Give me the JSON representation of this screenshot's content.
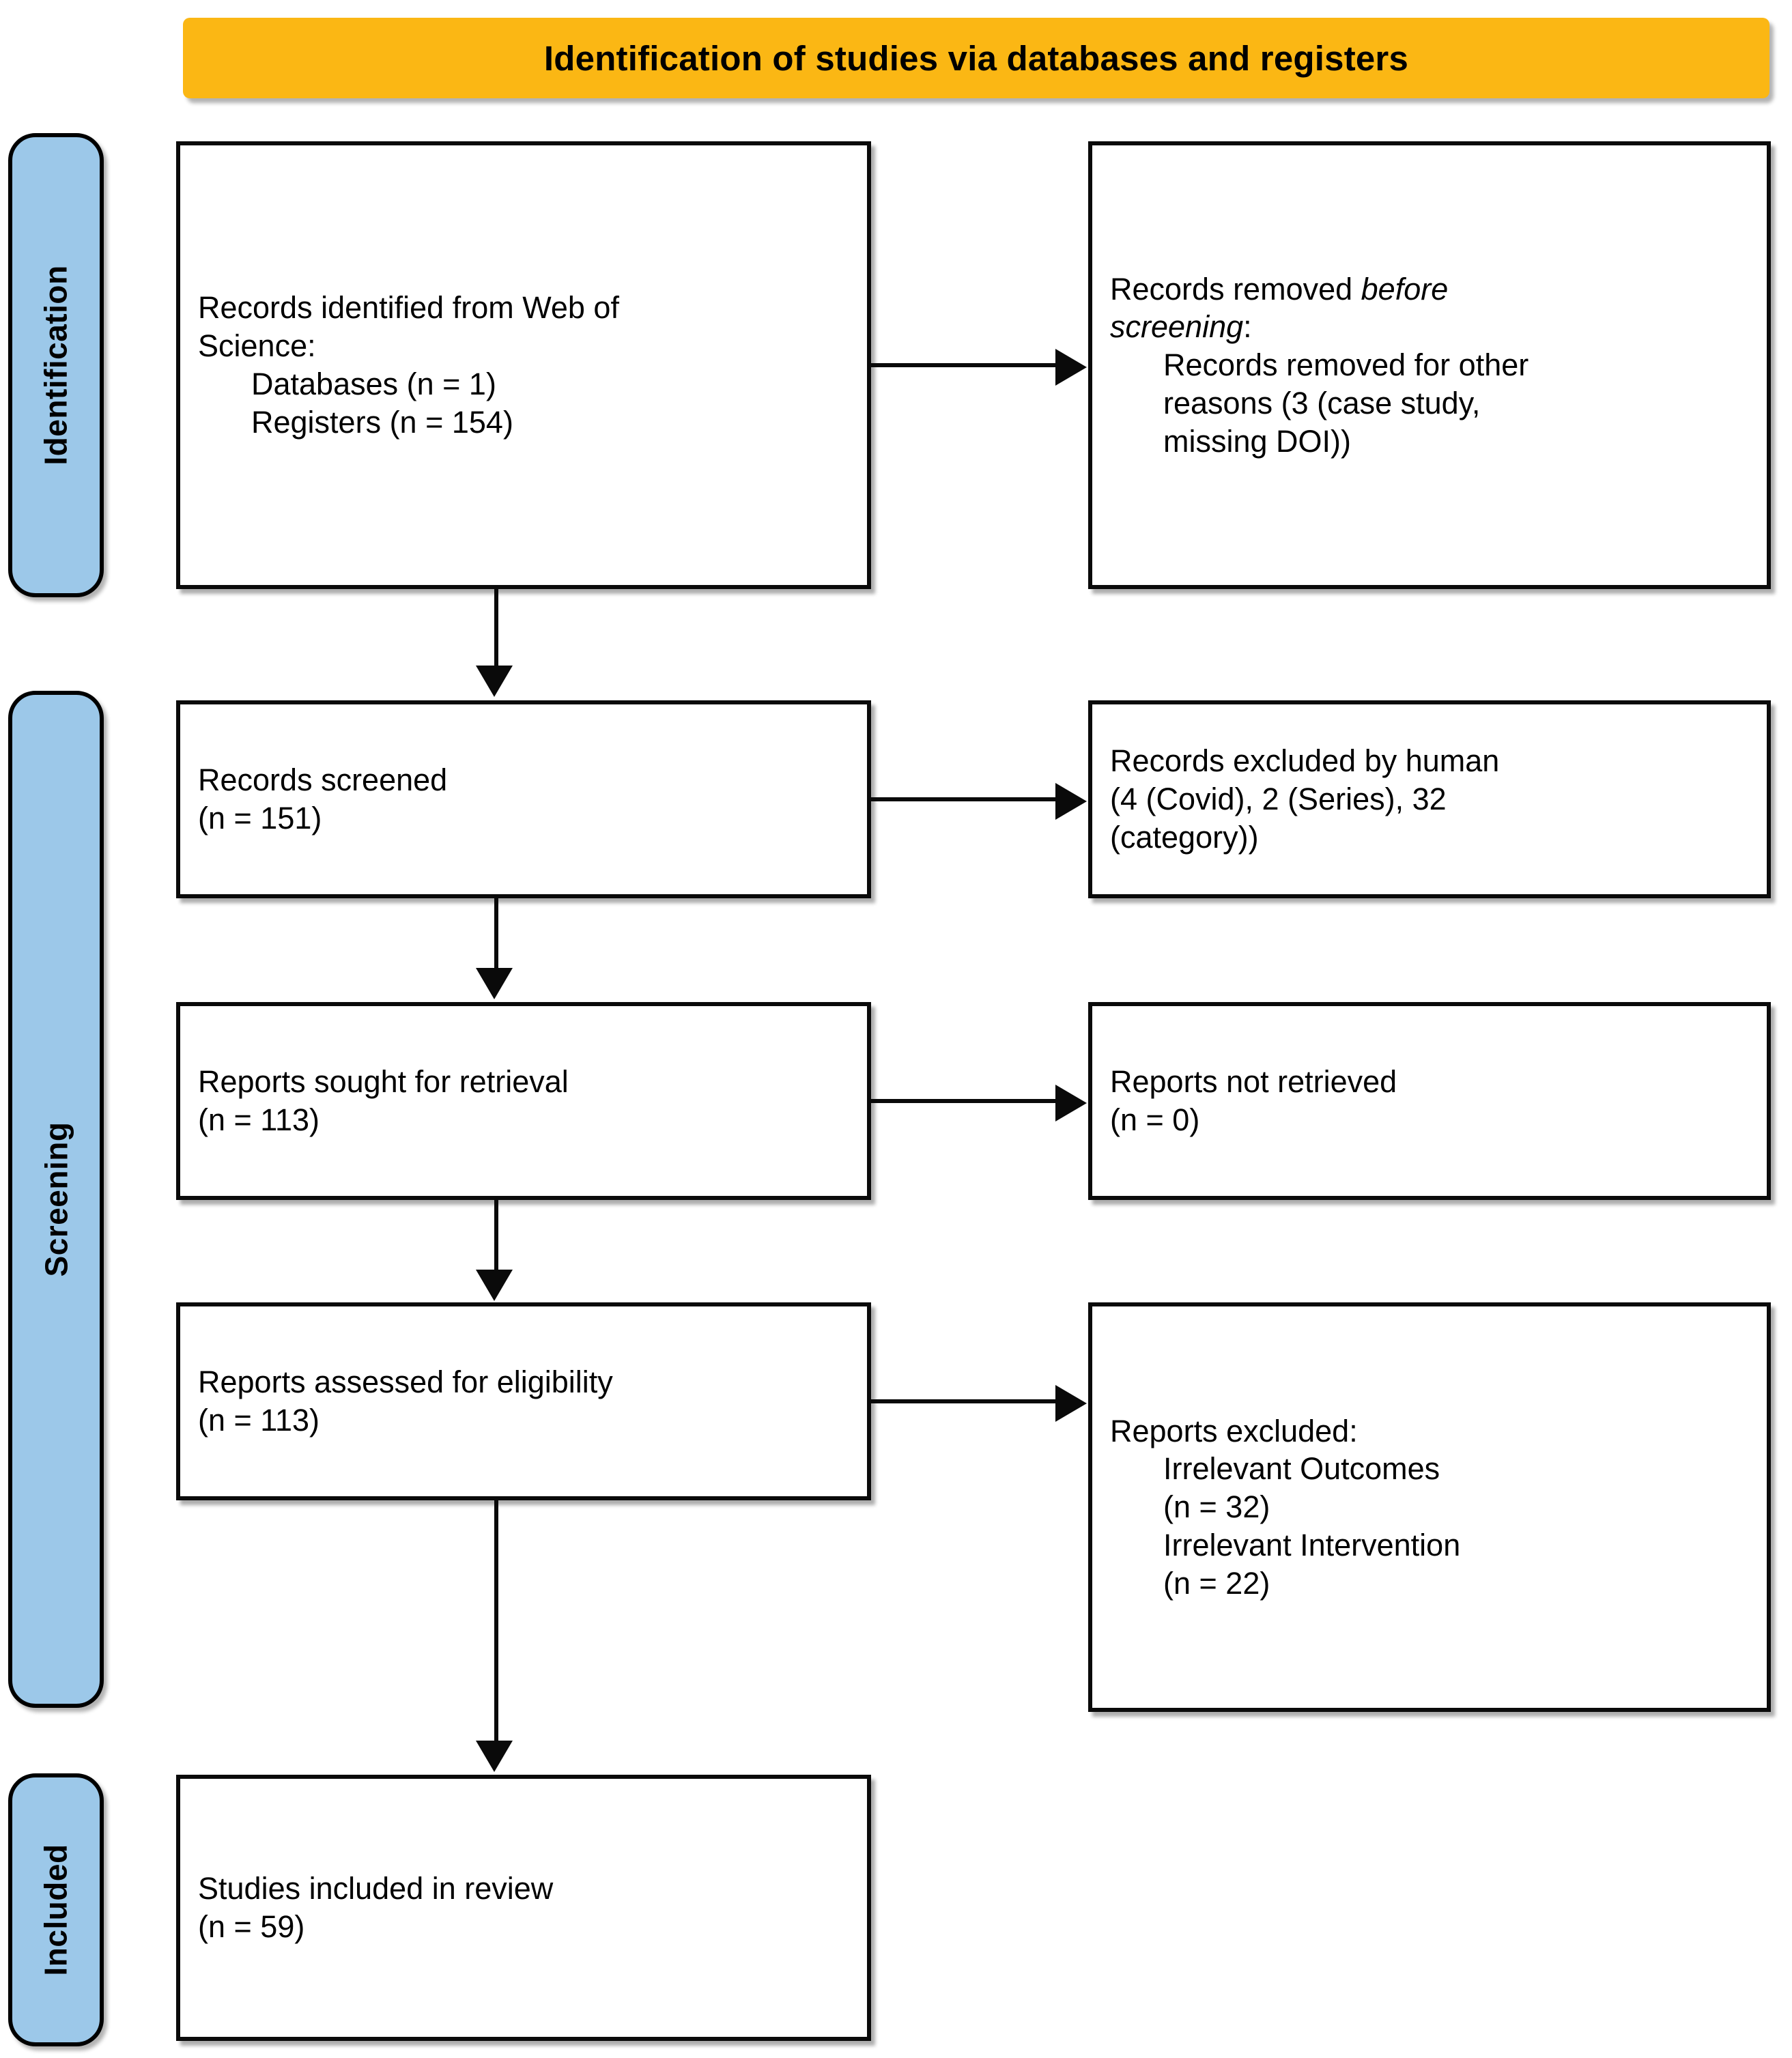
{
  "header": {
    "title": "Identification of studies via databases and registers",
    "background_color": "#FBB714",
    "text_color": "#000000"
  },
  "stages": {
    "accent_color": "#9CC8E9",
    "border_color": "#000000",
    "identification": "Identification",
    "screening": "Screening",
    "included": "Included"
  },
  "boxes": {
    "identified": {
      "line1": "Records identified from Web of",
      "line2": "Science:",
      "line3": "Databases (n = 1)",
      "line4": "Registers (n = 154)"
    },
    "removed_before_screening": {
      "line1": "Records removed ",
      "line1_italic": "before",
      "line2_italic": "screening",
      "line2_rest": ":",
      "line3": "Records removed for other",
      "line4": "reasons (3 (case study,",
      "line5": "missing DOI))"
    },
    "screened": {
      "line1": "Records screened",
      "line2": "(n = 151)"
    },
    "excluded_by_human": {
      "line1": "Records excluded by human",
      "line2": "(4 (Covid), 2 (Series), 32",
      "line3": "(category))"
    },
    "sought_for_retrieval": {
      "line1": "Reports sought for retrieval",
      "line2": "(n = 113)"
    },
    "not_retrieved": {
      "line1": "Reports not retrieved",
      "line2": "(n = 0)"
    },
    "assessed_for_eligibility": {
      "line1": "Reports assessed for eligibility",
      "line2": "(n = 113)"
    },
    "reports_excluded": {
      "line1": "Reports excluded:",
      "line2": "Irrelevant Outcomes",
      "line3": "(n = 32)",
      "line4": "Irrelevant Intervention",
      "line5": "(n = 22)"
    },
    "studies_included": {
      "line1": "Studies included in review",
      "line2": "(n = 59)"
    }
  },
  "counts": {
    "databases": 1,
    "registers": 154,
    "removed_other_reasons": 3,
    "records_screened": 151,
    "excluded_covid": 4,
    "excluded_series": 2,
    "excluded_category": 32,
    "reports_sought": 113,
    "reports_not_retrieved": 0,
    "reports_assessed": 113,
    "excluded_irrelevant_outcomes": 32,
    "excluded_irrelevant_intervention": 22,
    "studies_included": 59
  }
}
